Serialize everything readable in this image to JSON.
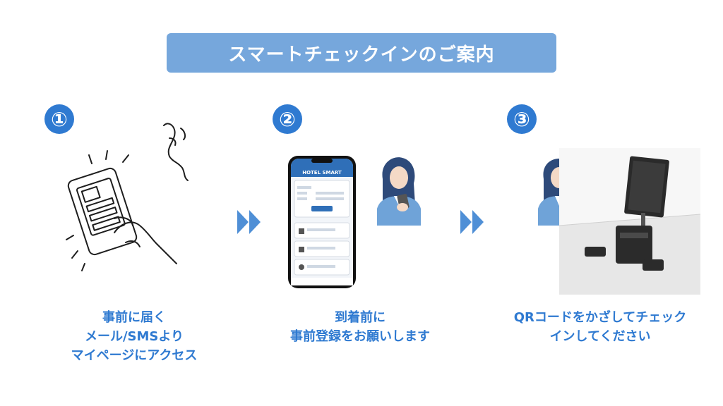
{
  "title": "スマートチェックインのご案内",
  "colors": {
    "banner": "#76a7dc",
    "accent": "#2f7ad1",
    "arrow": "#4f8fd6"
  },
  "steps": [
    {
      "number": "①",
      "lines": [
        "事前に届く",
        "メール/SMSより",
        "マイページにアクセス"
      ]
    },
    {
      "number": "②",
      "lines": [
        "到着前に",
        "事前登録をお願いします"
      ]
    },
    {
      "number": "③",
      "lines": [
        "QRコードをかざしてチェック",
        "インしてください"
      ]
    }
  ],
  "phone": {
    "brand": "HOTEL SMART"
  },
  "icons": [
    "double-chevron-right-icon",
    "double-chevron-right-icon"
  ]
}
